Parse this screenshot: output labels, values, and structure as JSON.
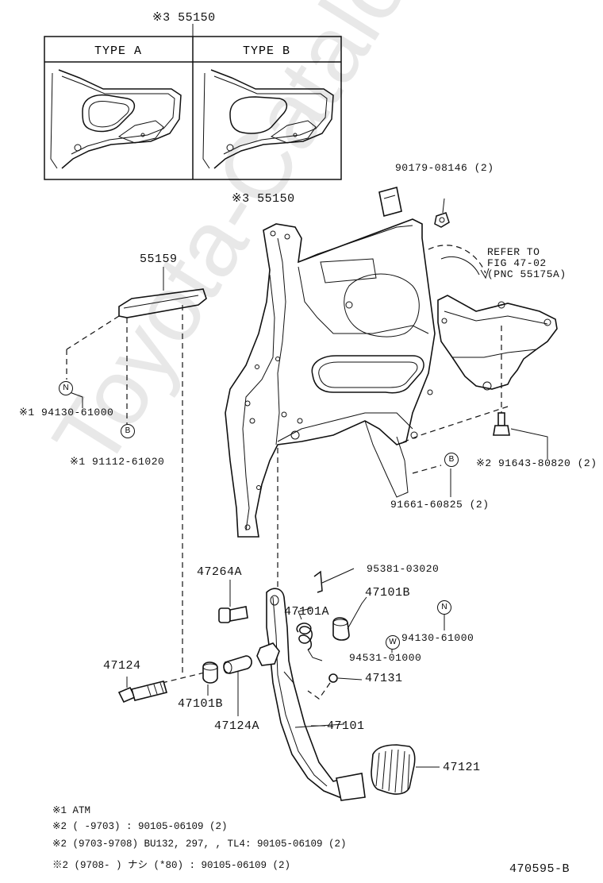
{
  "inset": {
    "title": "※3 55150",
    "type_a": "TYPE A",
    "type_b": "TYPE B"
  },
  "labels": {
    "bracket_part": "※3 55150",
    "nut_part": "90179-08146 (2)",
    "refer_line1": "REFER TO",
    "refer_line2": "FIG 47-02",
    "refer_line3": "(PNC 55175A)",
    "cushion_part": "55159",
    "pin_n_part": "※1 94130-61000",
    "bushing_b_part": "※1 91112-61020",
    "bolt_part_right": "※2 91643-80820 (2)",
    "bolt_b_part": "91661-60825 (2)",
    "clip_part": "95381-03020",
    "bolt_47264a": "47264A",
    "bushing_47101b_top": "47101B",
    "spring_47101a": "47101A",
    "washer_w_part": "94531-01000",
    "pin_n_right_part": "94130-61000",
    "stopper_47131": "47131",
    "shaft_47124": "47124",
    "bushing_47101b_bottom": "47101B",
    "collar_47124a": "47124A",
    "pedal_47101": "47101",
    "pad_47121": "47121"
  },
  "circle_marks": {
    "n": "N",
    "b": "B",
    "w": "W"
  },
  "notes": [
    "※1 ATM",
    "※2 (      -9703) : 90105-06109 (2)",
    "※2 (9703-9708) BU132, 297, , TL4: 90105-06109 (2)",
    "※2 (9708-      ) ナシ (*80) : 90105-06109 (2)"
  ],
  "figure_id": "470595-B",
  "watermark": "Toyota-Catalog.ru"
}
